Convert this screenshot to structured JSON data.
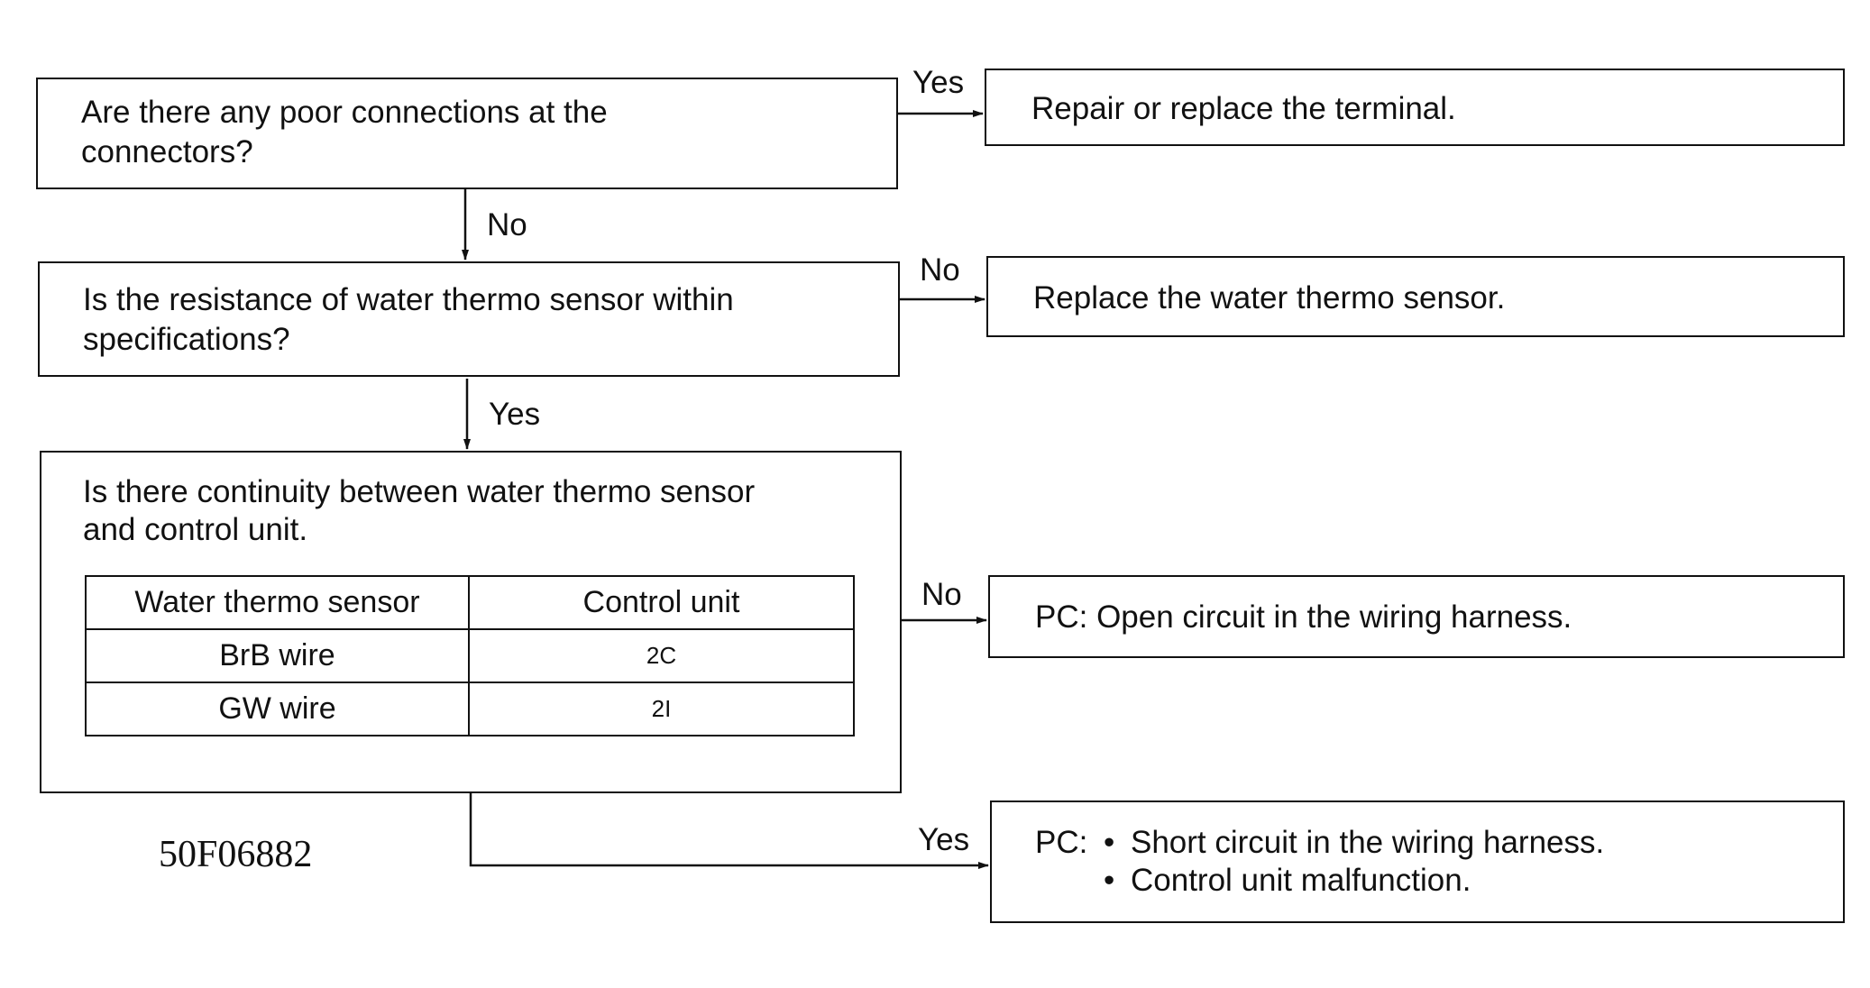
{
  "question_1": {
    "line1": "Are there any poor connections at the",
    "line2": "connectors?"
  },
  "question_2": {
    "line1": "Is the resistance of water thermo sensor within",
    "line2": "specifications?"
  },
  "question_3": {
    "line1": "Is there continuity between water thermo sensor",
    "line2": "and control unit.",
    "table": {
      "headers": [
        "Water thermo sensor",
        "Control unit"
      ],
      "rows": [
        [
          "BrB wire",
          "2C"
        ],
        [
          "GW wire",
          "2I"
        ]
      ]
    }
  },
  "result_1": "Repair or replace the terminal.",
  "result_2": "Replace the water thermo sensor.",
  "result_3": "PC: Open circuit in the wiring harness.",
  "result_4": {
    "prefix": "PC:",
    "bullet": "•",
    "items": [
      "Short circuit in the wiring harness.",
      "Control unit malfunction."
    ]
  },
  "labels": {
    "q1_yes": "Yes",
    "q1_no": "No",
    "q2_no": "No",
    "q2_yes": "Yes",
    "q3_no": "No",
    "q3_yes": "Yes"
  },
  "figure_id": "50F06882"
}
